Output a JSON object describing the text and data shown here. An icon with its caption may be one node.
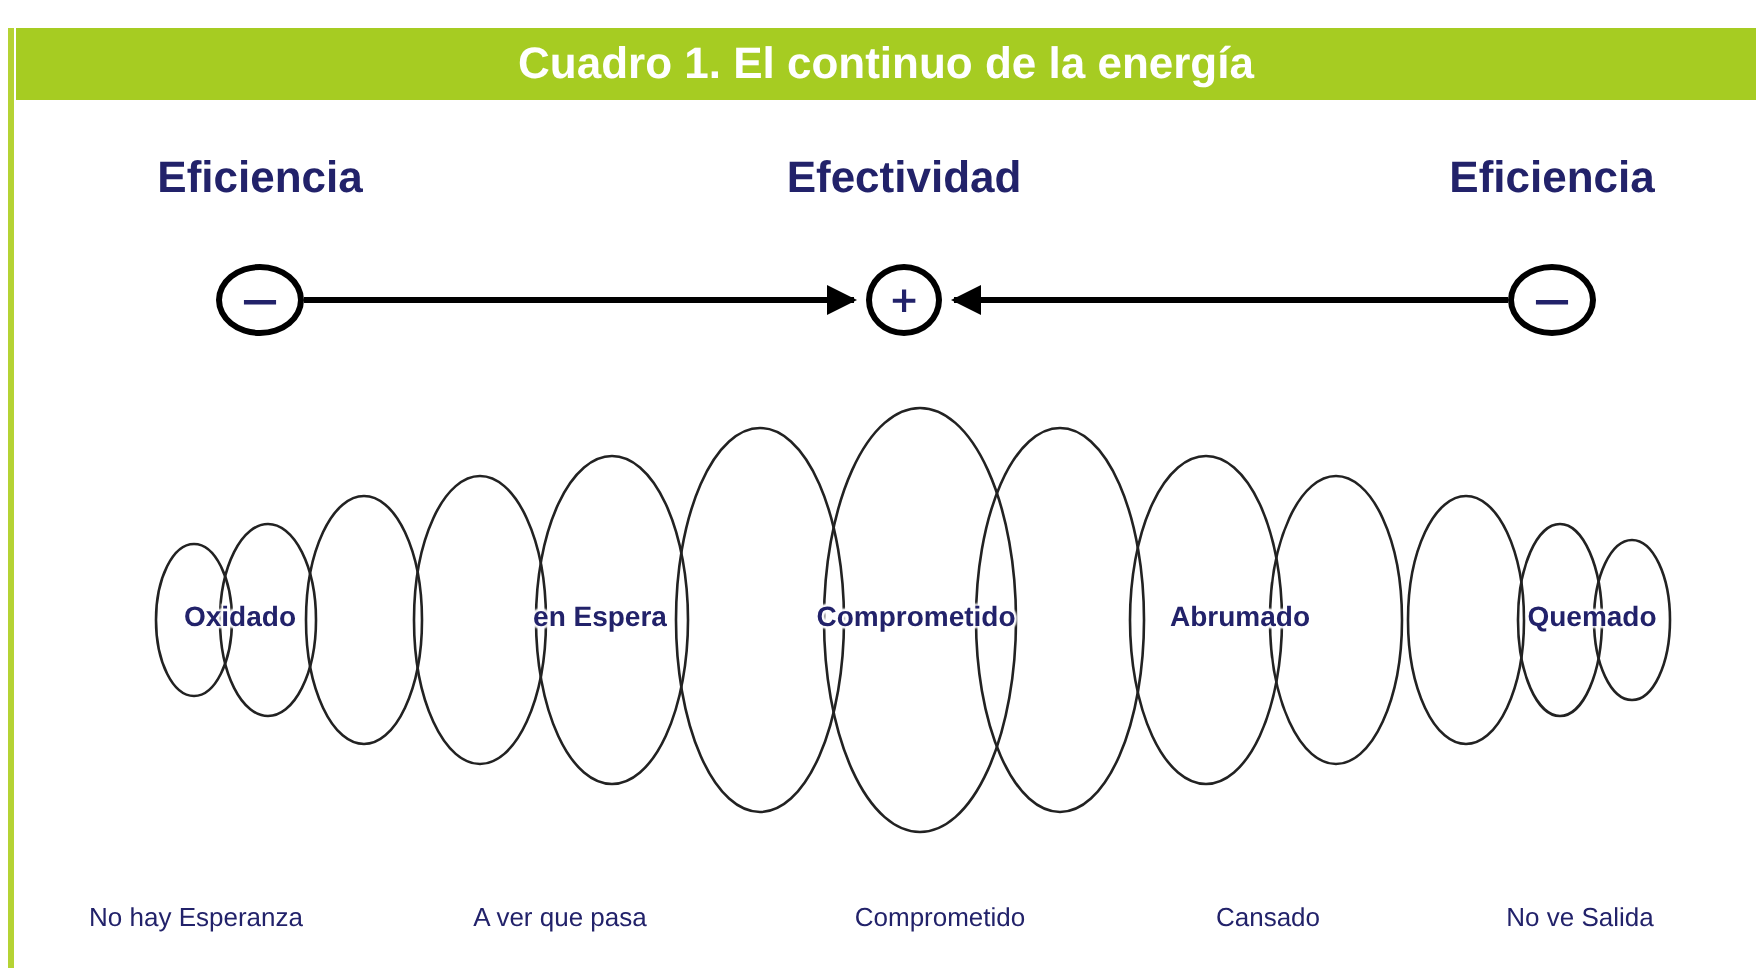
{
  "diagram": {
    "title": "Cuadro 1. El continuo de la energía",
    "nodes": [
      {
        "text": [
          "—"
        ],
        "beside": [
          "Eficiencia"
        ]
      },
      {
        "text": [
          "+"
        ],
        "beside": [
          "Efectividad"
        ]
      },
      {
        "text": [
          "—"
        ],
        "beside": [
          "Eficiencia"
        ]
      }
    ],
    "edges": [
      {
        "from": 0,
        "to": 1,
        "arrow": "to"
      },
      {
        "from": 2,
        "to": 1,
        "arrow": "to"
      }
    ],
    "labels": [
      "Oxidado",
      "en Espera",
      "Comprometido",
      "Abrumado",
      "Quemado",
      "No hay Esperanza",
      "A ver que pasa",
      "Comprometido",
      "Cansado",
      "No ve Salida"
    ]
  }
}
